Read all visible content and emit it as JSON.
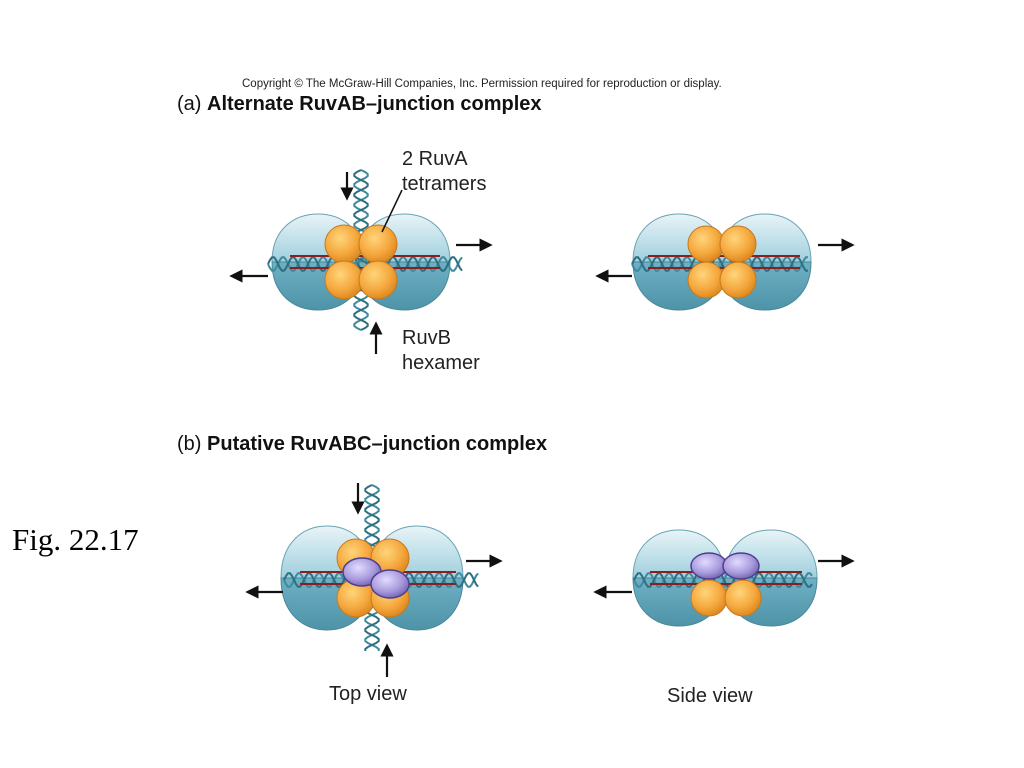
{
  "copyright": "Copyright © The McGraw-Hill Companies, Inc. Permission required for reproduction or display.",
  "panel_a": {
    "letter": "(a)",
    "title": "Alternate RuvAB–junction complex",
    "label_ruva_line1": "2 RuvA",
    "label_ruva_line2": "tetramers",
    "label_ruvb_line1": "RuvB",
    "label_ruvb_line2": "hexamer"
  },
  "panel_b": {
    "letter": "(b)",
    "title": "Putative RuvABC–junction complex",
    "label_top_view": "Top view",
    "label_side_view": "Side view"
  },
  "figure_label": "Fig. 22.17",
  "colors": {
    "ruvb_blue": "#8ec3d3",
    "ruva_orange": "#f2a640",
    "ruvc_purple": "#a99bdc",
    "dna_teal": "#3e8a9c",
    "dna_red": "#8b1f1f"
  }
}
